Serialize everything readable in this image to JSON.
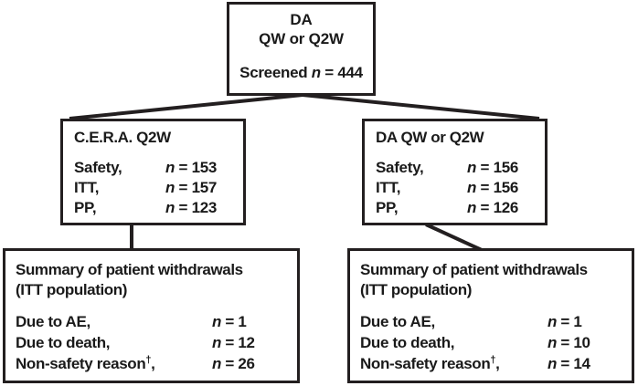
{
  "figure": {
    "type": "patient-flow-diagram",
    "line_color": "#231f20",
    "background": "#ffffff"
  },
  "screened_box": {
    "title_line1": "DA",
    "title_line2": "QW or Q2W",
    "screened_label": "Screened",
    "screened_n_symbol": "n",
    "screened_eq": "= 444",
    "screened_value": 444
  },
  "arms": [
    {
      "id": "cera",
      "heading": "C.E.R.A. Q2W",
      "rows": [
        {
          "label": "Safety,",
          "n_symbol": "n",
          "value": "= 153",
          "count": 153
        },
        {
          "label": "ITT,",
          "n_symbol": "n",
          "value": "= 157",
          "count": 157
        },
        {
          "label": "PP,",
          "n_symbol": "n",
          "value": "= 123",
          "count": 123
        }
      ]
    },
    {
      "id": "da",
      "heading": "DA QW or Q2W",
      "rows": [
        {
          "label": "Safety,",
          "n_symbol": "n",
          "value": "= 156",
          "count": 156
        },
        {
          "label": "ITT,",
          "n_symbol": "n",
          "value": "= 156",
          "count": 156
        },
        {
          "label": "PP,",
          "n_symbol": "n",
          "value": "= 126",
          "count": 126
        }
      ]
    }
  ],
  "withdrawals": [
    {
      "id": "cera-withdrawals",
      "title_line1": "Summary of patient withdrawals",
      "title_line2": "(ITT population)",
      "rows": [
        {
          "label": "Due to AE,",
          "n_symbol": "n",
          "value": "= 1",
          "count": 1,
          "dagger": false
        },
        {
          "label": "Due to death,",
          "n_symbol": "n",
          "value": "= 12",
          "count": 12,
          "dagger": false
        },
        {
          "label": "Non-safety reason",
          "label_suffix": ",",
          "dagger_mark": "†",
          "n_symbol": "n",
          "value": "= 26",
          "count": 26,
          "dagger": true
        }
      ]
    },
    {
      "id": "da-withdrawals",
      "title_line1": "Summary of patient withdrawals",
      "title_line2": "(ITT population)",
      "rows": [
        {
          "label": "Due to AE,",
          "n_symbol": "n",
          "value": "= 1",
          "count": 1,
          "dagger": false
        },
        {
          "label": "Due to death,",
          "n_symbol": "n",
          "value": "= 10",
          "count": 10,
          "dagger": false
        },
        {
          "label": "Non-safety reason",
          "label_suffix": ",",
          "dagger_mark": "†",
          "n_symbol": "n",
          "value": "= 14",
          "count": 14,
          "dagger": true
        }
      ]
    }
  ]
}
